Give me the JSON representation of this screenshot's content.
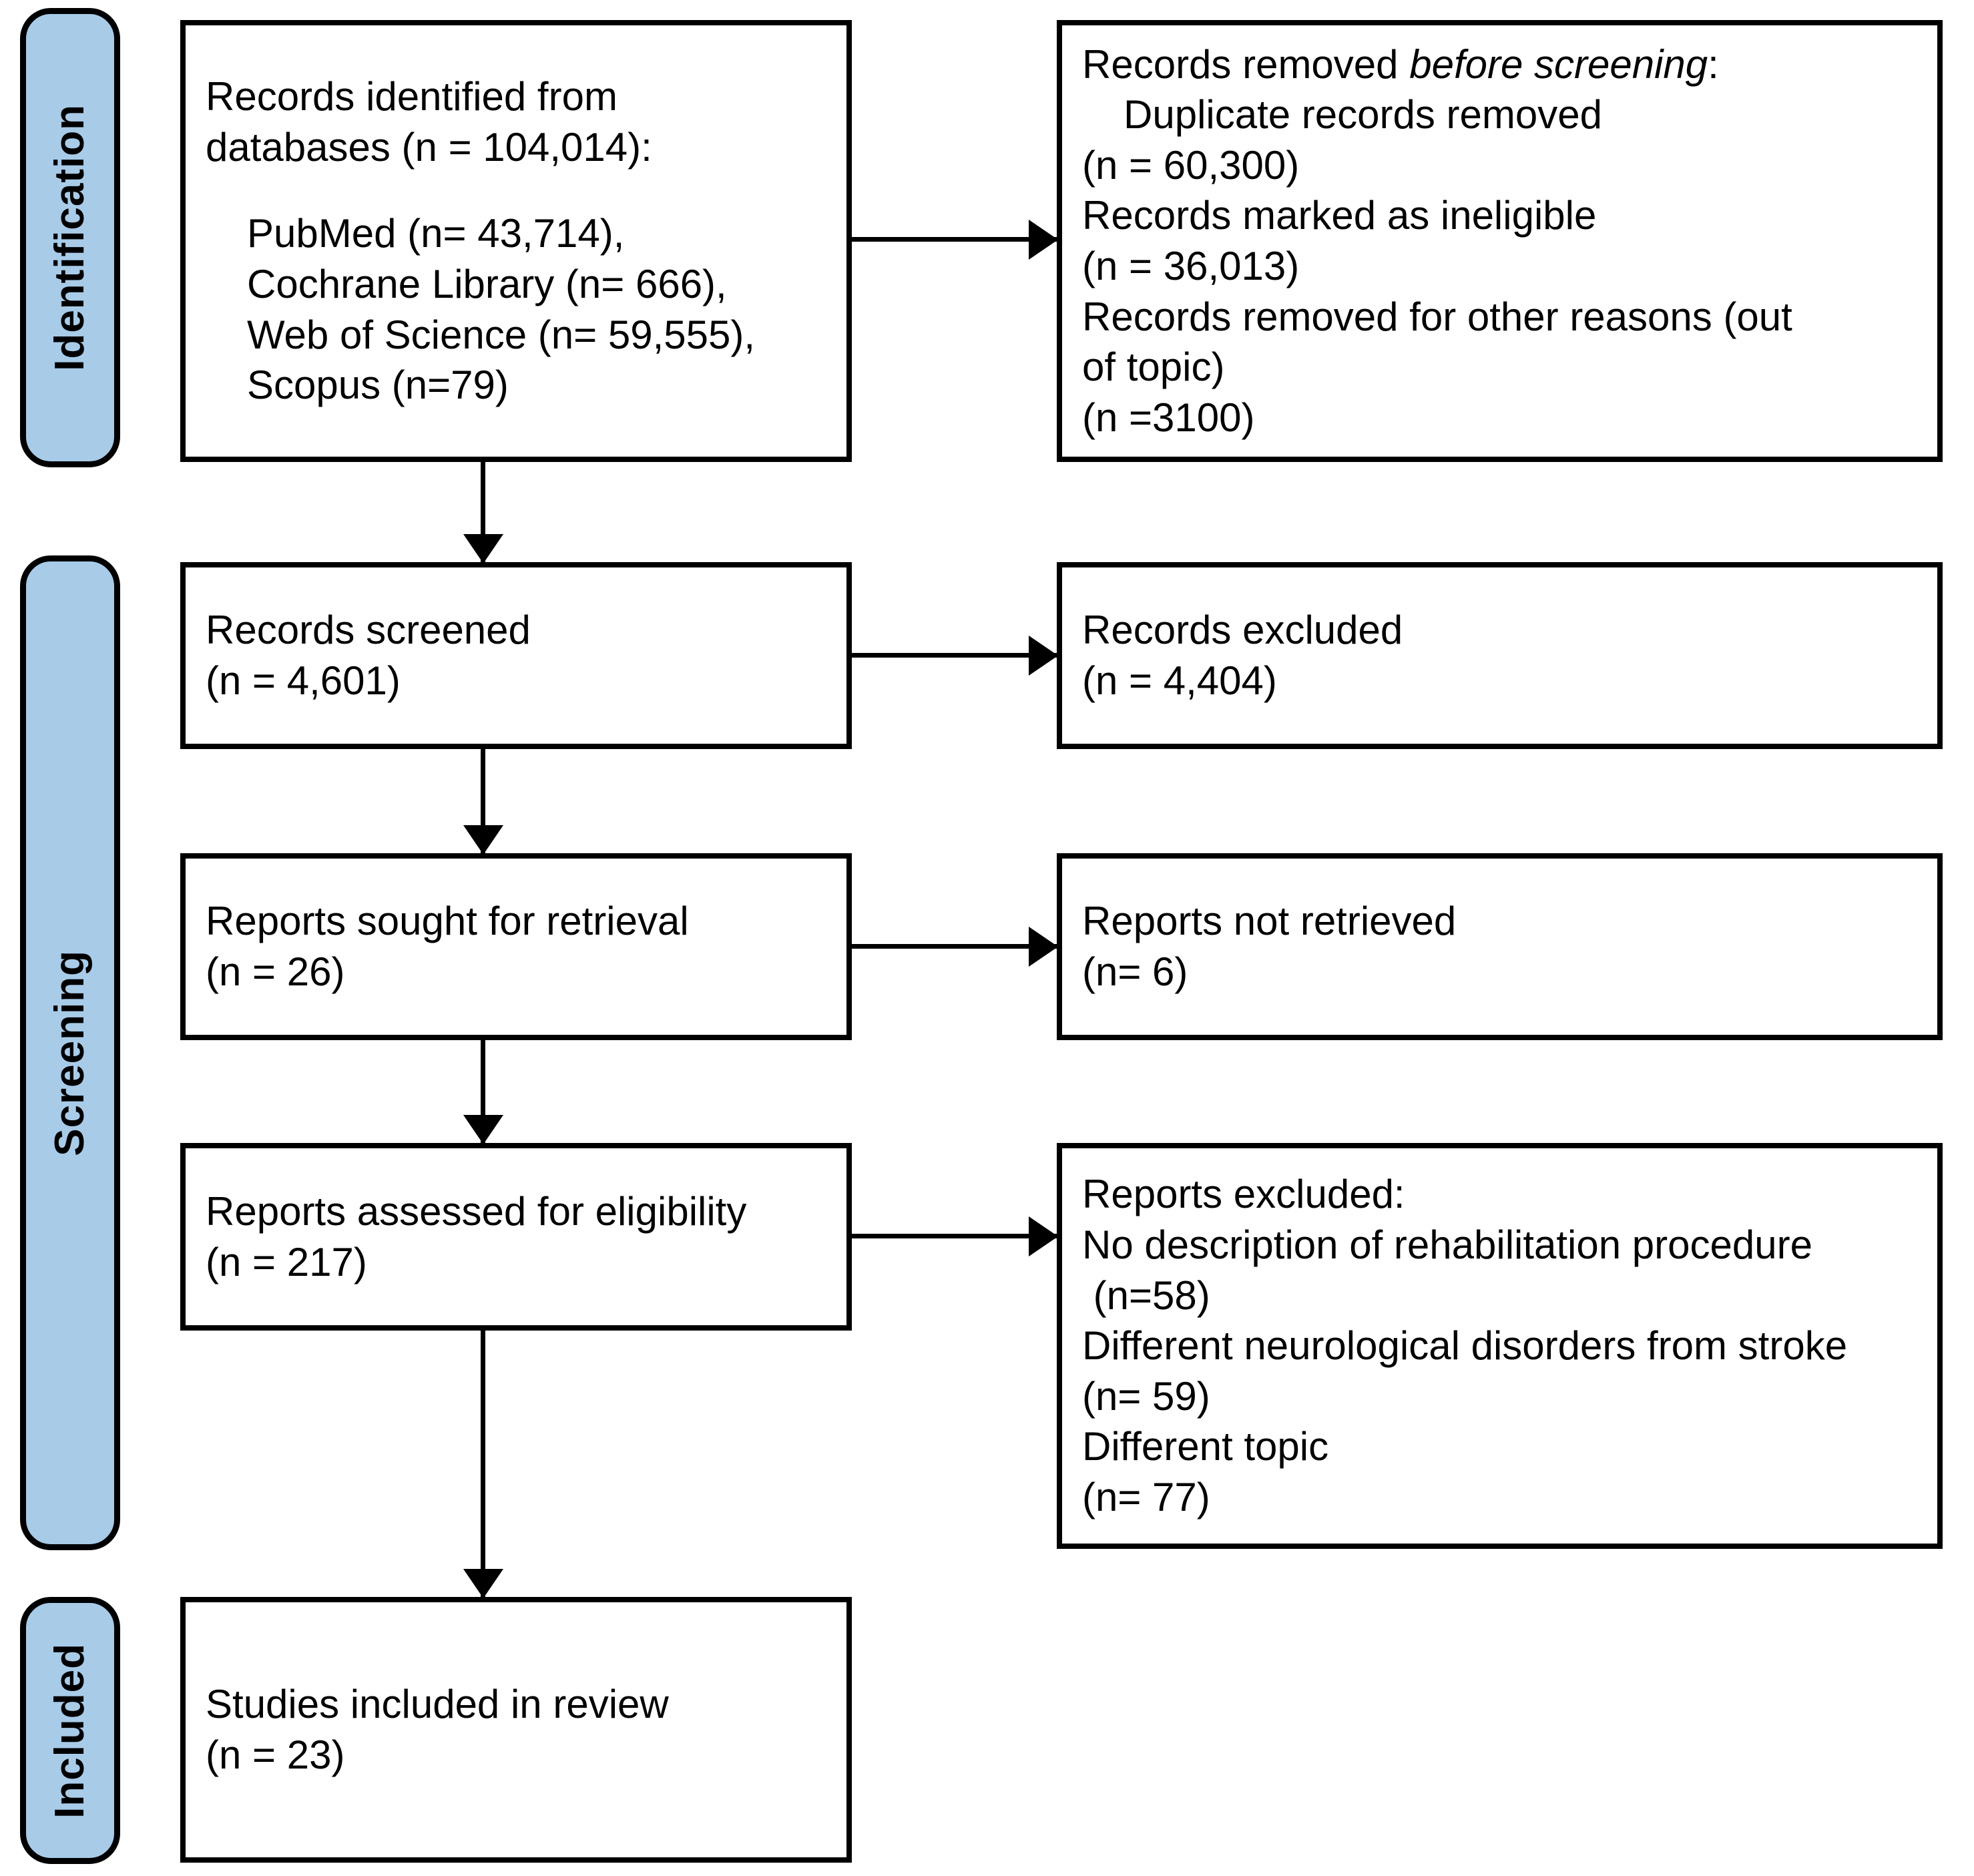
{
  "phases": {
    "identification": "Identification",
    "screening": "Screening",
    "included": "Included"
  },
  "boxes": {
    "identified": {
      "line1": "Records identified from",
      "line2": "databases (n = 104,014):",
      "line3": "PubMed (n= 43,714),",
      "line4": "Cochrane Library (n= 666),",
      "line5": "Web of Science (n= 59,555),",
      "line6": "Scopus (n=79)"
    },
    "removed_before_screening": {
      "heading_plain": "Records removed ",
      "heading_italic": "before screening",
      "heading_colon": ":",
      "line1": "Duplicate records removed",
      "line2": "(n = 60,300)",
      "line3": "Records marked as ineligible",
      "line4": "(n = 36,013)",
      "line5": "Records removed for other reasons (out",
      "line6": "of topic)",
      "line7": "(n =3100)"
    },
    "records_screened": {
      "line1": "Records screened",
      "line2": "(n = 4,601)"
    },
    "records_excluded": {
      "line1": "Records excluded",
      "line2": "(n = 4,404)"
    },
    "reports_sought": {
      "line1": "Reports sought for retrieval",
      "line2": "(n = 26)"
    },
    "reports_not_retrieved": {
      "line1": "Reports not retrieved",
      "line2": "(n= 6)"
    },
    "reports_assessed": {
      "line1": "Reports assessed for eligibility",
      "line2": "(n = 217)"
    },
    "reports_excluded": {
      "line1": "Reports excluded:",
      "line2": "No description of rehabilitation procedure",
      "line3": " (n=58)",
      "line4": "Different neurological disorders from stroke",
      "line5": "(n= 59)",
      "line6": "Different topic",
      "line7": "(n= 77)"
    },
    "studies_included": {
      "line1": "Studies included in review",
      "line2": "(n = 23)"
    }
  },
  "colors": {
    "phase_bar_fill": "#A8CBE8",
    "border": "#000000",
    "box_fill": "#FFFFFF"
  }
}
